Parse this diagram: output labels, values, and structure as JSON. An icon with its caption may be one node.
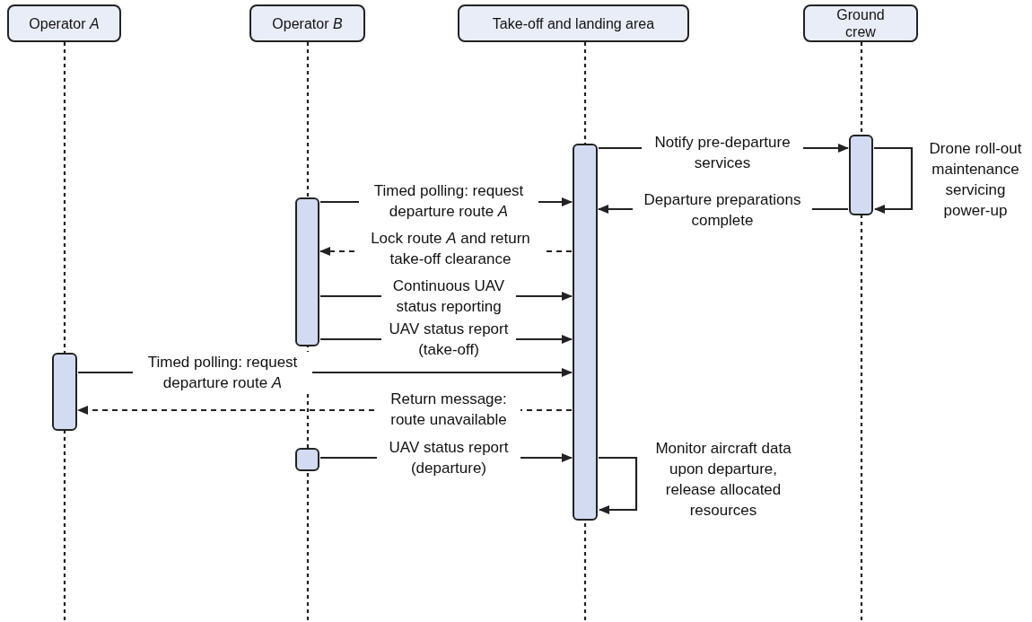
{
  "diagram": {
    "nodes": [
      {
        "text": [
          "Operator *A*"
        ]
      },
      {
        "text": [
          "Operator *B*"
        ]
      },
      {
        "text": [
          "Take-off and landing area"
        ]
      },
      {
        "text": [
          "Ground crew"
        ]
      },
      {
        "text": [],
        "shape": "bar"
      },
      {
        "text": [],
        "shape": "bar"
      },
      {
        "text": [],
        "shape": "bar"
      },
      {
        "text": [],
        "shape": "bar"
      },
      {
        "text": [],
        "shape": "bar"
      }
    ],
    "edges": [
      {
        "from": 6,
        "to": 7,
        "arrow": "to",
        "label": "Notify pre-departure services"
      },
      {
        "from": 7,
        "to": 7,
        "arrow": "to",
        "label": "Drone roll-out maintenance servicing power-up"
      },
      {
        "from": 4,
        "to": 6,
        "arrow": "to",
        "label": "Timed polling: request departure route *A*"
      },
      {
        "from": 7,
        "to": 6,
        "arrow": "to",
        "label": "Departure preparations complete"
      },
      {
        "from": 6,
        "to": 4,
        "arrow": "to",
        "style": "dashed",
        "label": "Lock route *A* and return take-off clearance"
      },
      {
        "from": 4,
        "to": 6,
        "arrow": "to",
        "label": "Continuous UAV status reporting"
      },
      {
        "from": 4,
        "to": 6,
        "arrow": "to",
        "label": "UAV status report (take-off)"
      },
      {
        "from": 5,
        "to": 6,
        "arrow": "to",
        "label": "Timed polling: request departure route *A*"
      },
      {
        "from": 6,
        "to": 5,
        "arrow": "to",
        "style": "dashed",
        "label": "Return message: route unavailable"
      },
      {
        "from": 8,
        "to": 6,
        "arrow": "to",
        "label": "UAV status report (departure)"
      },
      {
        "from": 6,
        "to": 6,
        "arrow": "to",
        "label": "Monitor aircraft data upon departure, release allocated resources"
      }
    ]
  }
}
